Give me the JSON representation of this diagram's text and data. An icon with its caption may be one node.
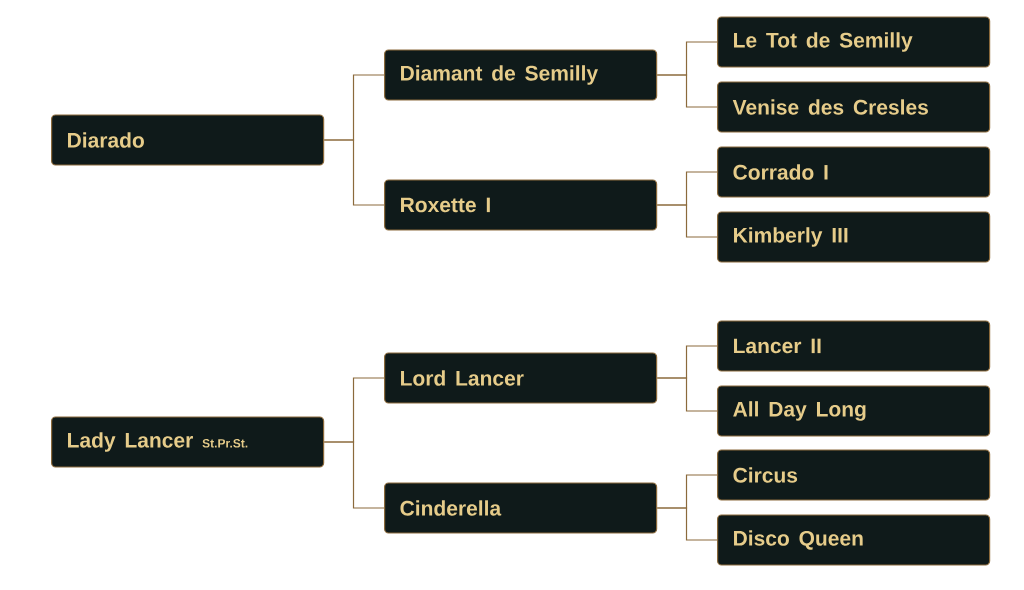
{
  "diagram": {
    "nodes": [
      {
        "text": [
          "Diarado"
        ]
      },
      {
        "text": [
          "Diamant de Semilly"
        ]
      },
      {
        "text": [
          "Le Tot de Semilly"
        ]
      },
      {
        "text": [
          "Venise des Cresles"
        ]
      },
      {
        "text": [
          "Roxette I"
        ]
      },
      {
        "text": [
          "Corrado I"
        ]
      },
      {
        "text": [
          "Kimberly III"
        ]
      },
      {
        "text": [
          "Lady Lancer",
          "St.Pr.St."
        ]
      },
      {
        "text": [
          "Lord Lancer"
        ]
      },
      {
        "text": [
          "Lancer II"
        ]
      },
      {
        "text": [
          "All Day Long"
        ]
      },
      {
        "text": [
          "Cinderella"
        ]
      },
      {
        "text": [
          "Circus"
        ]
      },
      {
        "text": [
          "Disco Queen"
        ]
      }
    ],
    "edges": [
      {
        "from": 0,
        "to": 1,
        "arrow": "none"
      },
      {
        "from": 0,
        "to": 4,
        "arrow": "none"
      },
      {
        "from": 1,
        "to": 2,
        "arrow": "none"
      },
      {
        "from": 1,
        "to": 3,
        "arrow": "none"
      },
      {
        "from": 4,
        "to": 5,
        "arrow": "none"
      },
      {
        "from": 4,
        "to": 6,
        "arrow": "none"
      },
      {
        "from": 7,
        "to": 8,
        "arrow": "none"
      },
      {
        "from": 7,
        "to": 11,
        "arrow": "none"
      },
      {
        "from": 8,
        "to": 9,
        "arrow": "none"
      },
      {
        "from": 8,
        "to": 10,
        "arrow": "none"
      },
      {
        "from": 11,
        "to": 12,
        "arrow": "none"
      },
      {
        "from": 11,
        "to": 13,
        "arrow": "none"
      }
    ]
  }
}
